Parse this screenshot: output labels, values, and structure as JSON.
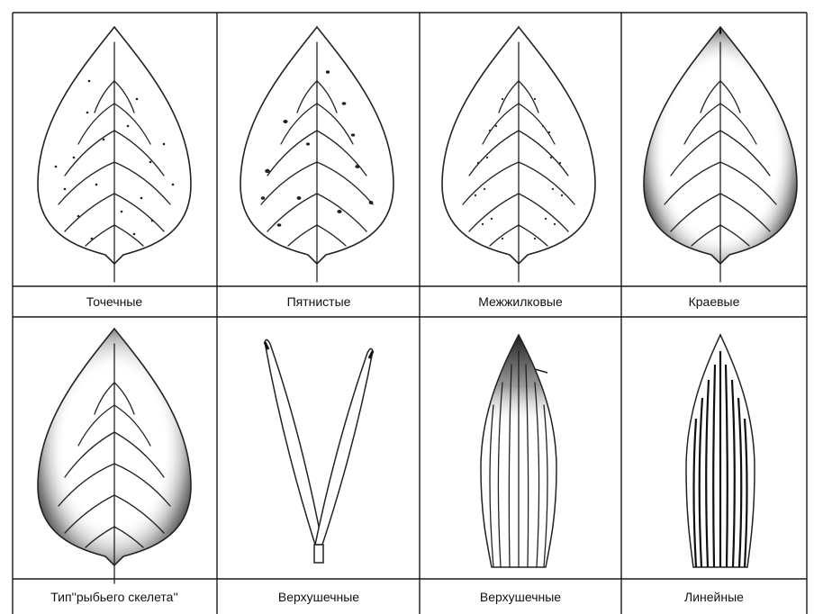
{
  "top_row": [
    {
      "label": "Точечные",
      "pattern": "dots",
      "icon": "leaf-dotted-icon"
    },
    {
      "label": "Пятнистые",
      "pattern": "spots",
      "icon": "leaf-spotted-icon"
    },
    {
      "label": "Межжилковые",
      "pattern": "interveinal",
      "icon": "leaf-interveinal-icon"
    },
    {
      "label": "Краевые",
      "pattern": "marginal",
      "icon": "leaf-marginal-icon"
    }
  ],
  "bottom_row": [
    {
      "label": "Тип''рыбьего скелета''",
      "pattern": "fishbone",
      "icon": "leaf-fishbone-icon"
    },
    {
      "label": "Верхушечные",
      "pattern": "apical-needle",
      "icon": "needle-pair-icon"
    },
    {
      "label": "Верхушечные",
      "pattern": "apical-blade",
      "icon": "leaf-apical-icon"
    },
    {
      "label": "Линейные",
      "pattern": "linear",
      "icon": "leaf-linear-icon"
    }
  ],
  "colors": {
    "line": "#222222",
    "background": "#ffffff"
  }
}
